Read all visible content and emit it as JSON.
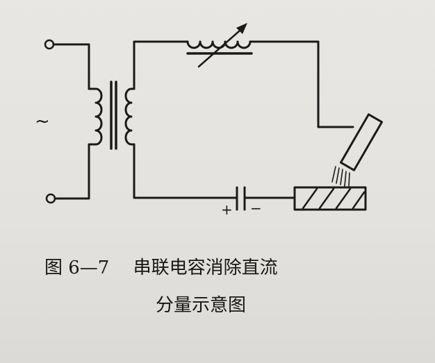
{
  "figure": {
    "number": "图 6—7",
    "title_line1": "串联电容消除直流",
    "title_line2": "分量示意图"
  },
  "symbols": {
    "ac_source": "~",
    "capacitor_plus": "+",
    "capacitor_minus": "−"
  }
}
